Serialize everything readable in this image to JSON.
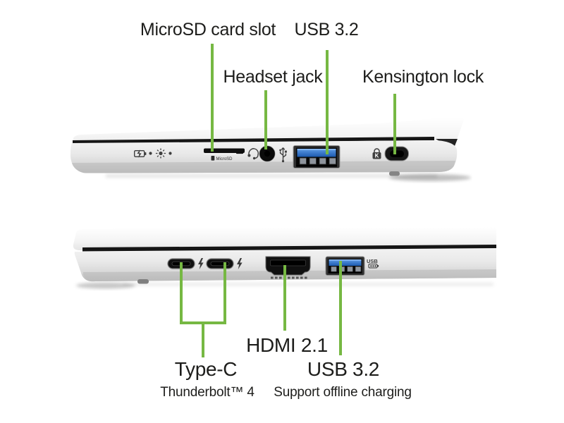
{
  "colors": {
    "accent_green": "#76b843",
    "label_text": "#1d1d1b",
    "usb_port_blue": "#2a6bc4"
  },
  "top_view": {
    "labels": {
      "microsd": "MicroSD card slot",
      "usb": "USB 3.2",
      "headset": "Headset jack",
      "kensington": "Kensington lock"
    },
    "markings": {
      "microsd_slot": "MicroSD",
      "kensington_k": "K"
    }
  },
  "bottom_view": {
    "labels": {
      "hdmi": "HDMI 2.1",
      "typec_title": "Type-C",
      "typec_sub": "Thunderbolt™ 4",
      "usb_title": "USB 3.2",
      "usb_sub": "Support offline charging"
    },
    "markings": {
      "usb_charging": "USB"
    }
  }
}
